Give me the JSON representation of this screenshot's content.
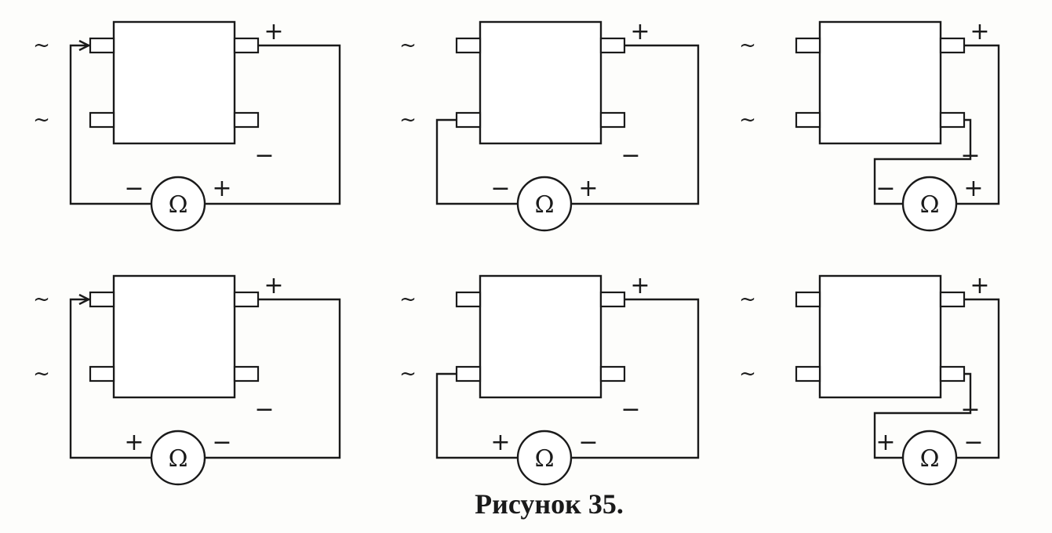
{
  "caption": "Рисунок 35.",
  "glyphs": {
    "ac": "~",
    "plus": "+",
    "minus": "−",
    "ohm": "Ω"
  },
  "colors": {
    "ink": "#1a1a1a",
    "paper": "#fdfdfb"
  },
  "diagrams": [
    {
      "row": 1,
      "col": 1,
      "meter_connection": "ac1-to-plus",
      "meter_left_polarity": "minus",
      "meter_right_polarity": "plus"
    },
    {
      "row": 1,
      "col": 2,
      "meter_connection": "ac2-to-plus",
      "meter_left_polarity": "minus",
      "meter_right_polarity": "plus"
    },
    {
      "row": 1,
      "col": 3,
      "meter_connection": "minus-to-plus",
      "meter_left_polarity": "minus",
      "meter_right_polarity": "plus"
    },
    {
      "row": 2,
      "col": 1,
      "meter_connection": "ac1-to-plus",
      "meter_left_polarity": "plus",
      "meter_right_polarity": "minus"
    },
    {
      "row": 2,
      "col": 2,
      "meter_connection": "ac2-to-plus",
      "meter_left_polarity": "plus",
      "meter_right_polarity": "minus"
    },
    {
      "row": 2,
      "col": 3,
      "meter_connection": "minus-to-plus",
      "meter_left_polarity": "plus",
      "meter_right_polarity": "minus"
    }
  ]
}
